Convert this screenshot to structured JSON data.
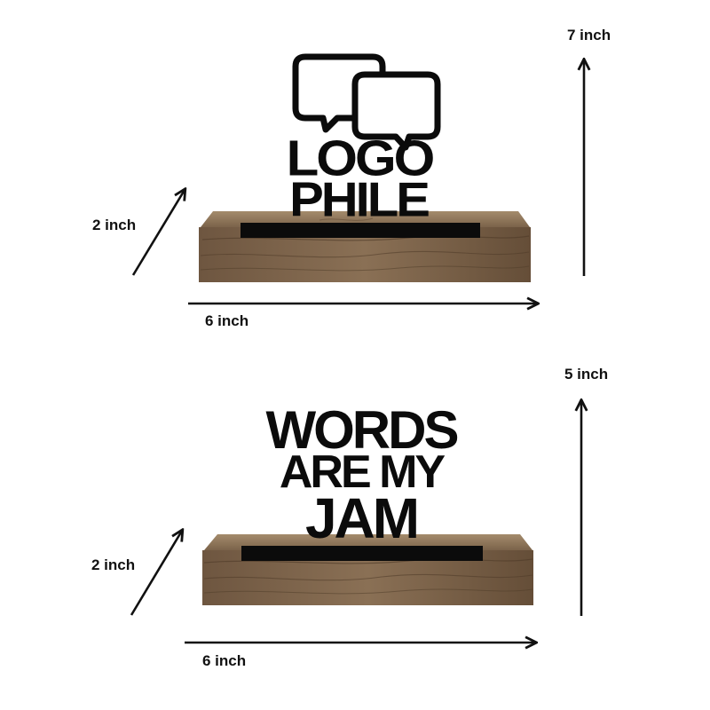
{
  "product_top": {
    "sign_lines": [
      "LOGO",
      "PHILE"
    ],
    "labels": {
      "height": "7 inch",
      "depth": "2 inch",
      "width": "6 inch"
    }
  },
  "product_bottom": {
    "sign_lines": [
      "WORDS",
      "ARE MY",
      "JAM"
    ],
    "labels": {
      "height": "5 inch",
      "depth": "2 inch",
      "width": "6 inch"
    }
  },
  "colors": {
    "ink": "#0b0b0b",
    "wood_dark": "#5a4530",
    "wood_light": "#8c7358"
  },
  "icons": [
    "speech-bubble-icon",
    "arrow-up-icon",
    "arrow-right-icon",
    "arrow-diagonal-icon"
  ]
}
